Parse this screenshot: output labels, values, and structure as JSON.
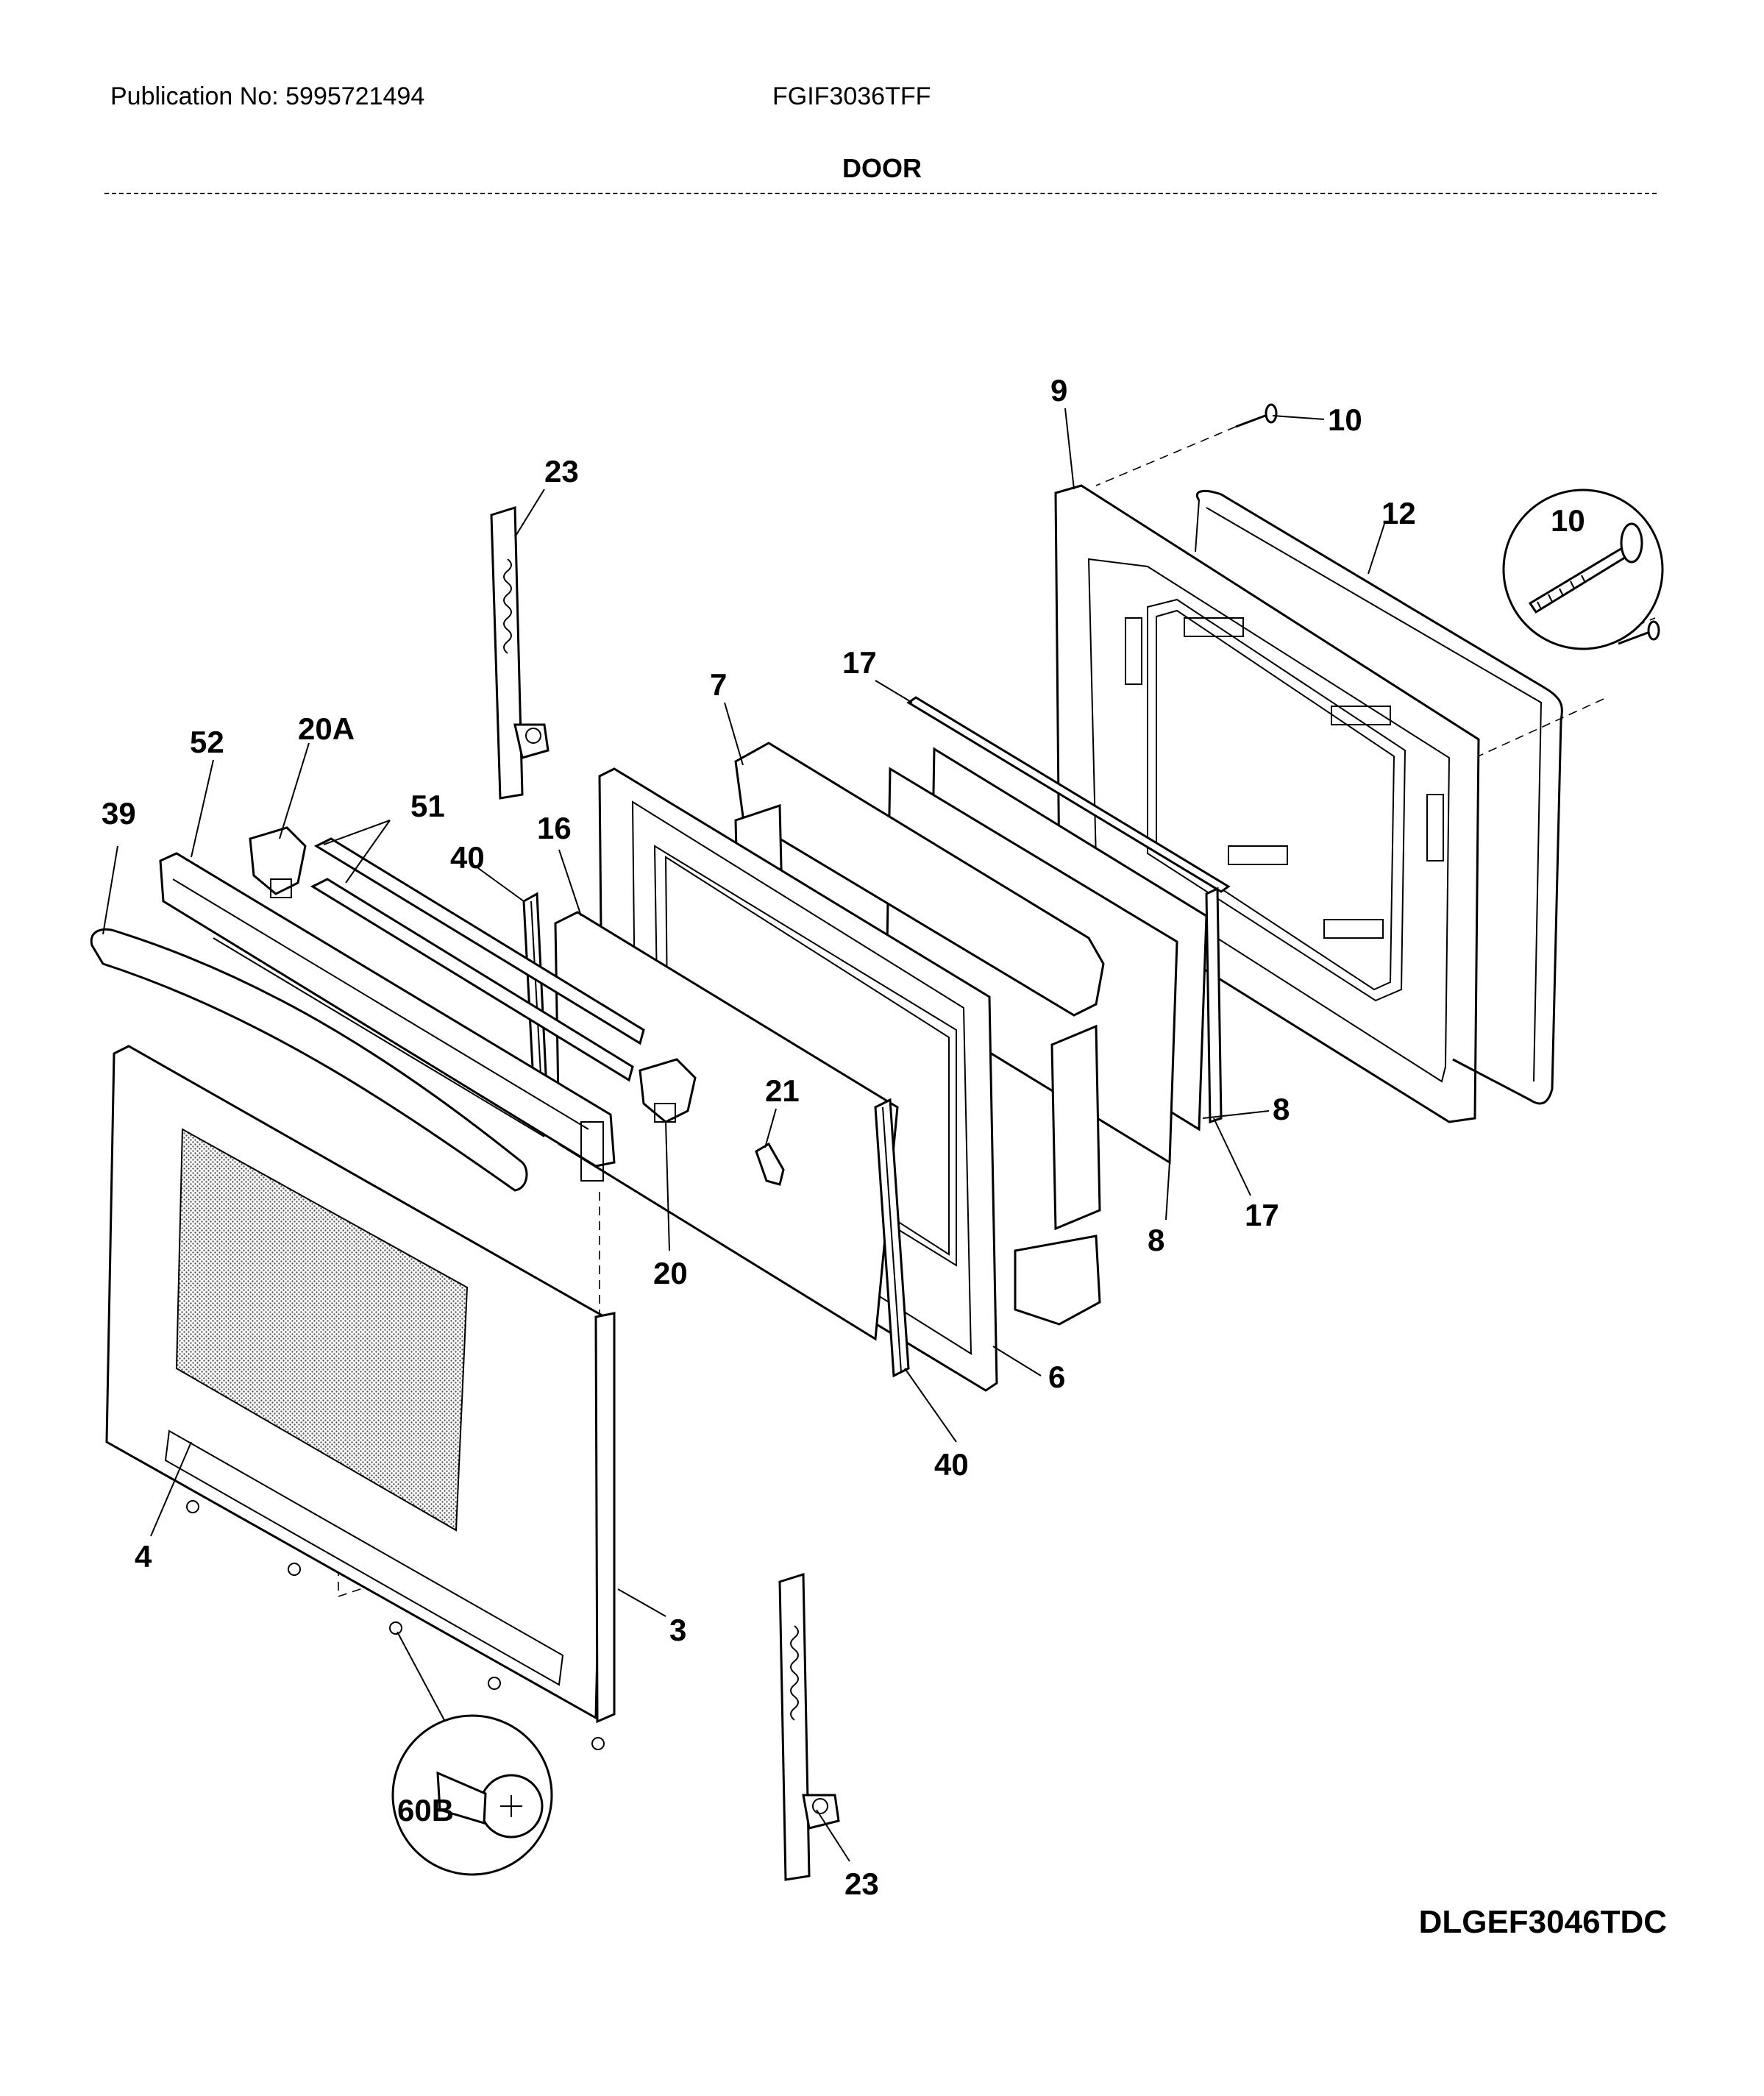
{
  "header": {
    "publication": "Publication No: 5995721494",
    "model": "FGIF3036TFF",
    "section_title": "DOOR"
  },
  "footer": {
    "diagram_code": "DLGEF3046TDC"
  },
  "callouts": {
    "c9": "9",
    "c10a": "10",
    "c10b": "10",
    "c12": "12",
    "c23a": "23",
    "c17a": "17",
    "c7": "7",
    "c20A": "20A",
    "c52": "52",
    "c51": "51",
    "c39": "39",
    "c40a": "40",
    "c16": "16",
    "c21": "21",
    "c8a": "8",
    "c8b": "8",
    "c17b": "17",
    "c20": "20",
    "c6": "6",
    "c40b": "40",
    "c4": "4",
    "c3": "3",
    "c60B": "60B",
    "c23b": "23"
  }
}
